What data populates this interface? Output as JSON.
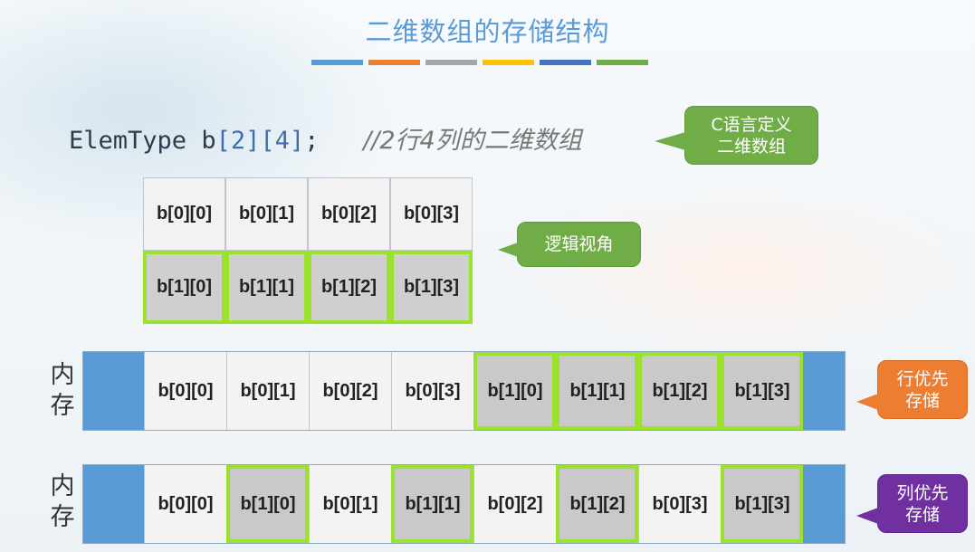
{
  "title": "二维数组的存储结构",
  "title_bar_colors": [
    "#5b9bd5",
    "#ed7d31",
    "#a5a5a5",
    "#ffc000",
    "#4472c4",
    "#70ad47"
  ],
  "code": {
    "type": "ElemType",
    "var": "b",
    "dim1": "[2]",
    "dim2": "[4]",
    "semi": ";",
    "comment": "//2行4列的二维数组"
  },
  "callouts": {
    "c_define": "C语言定义\n二维数组",
    "logical": "逻辑视角",
    "row_major": "行优先\n存储",
    "col_major": "列优先\n存储"
  },
  "callout_colors": {
    "green": "#70ad47",
    "orange": "#ed7d31",
    "purple": "#7030a0"
  },
  "logical_grid": {
    "rows": [
      [
        "b[0][0]",
        "b[0][1]",
        "b[0][2]",
        "b[0][3]"
      ],
      [
        "b[1][0]",
        "b[1][1]",
        "b[1][2]",
        "b[1][3]"
      ]
    ]
  },
  "memory_label": "内\n存",
  "row_major": [
    "b[0][0]",
    "b[0][1]",
    "b[0][2]",
    "b[0][3]",
    "b[1][0]",
    "b[1][1]",
    "b[1][2]",
    "b[1][3]"
  ],
  "col_major": [
    "b[0][0]",
    "b[1][0]",
    "b[0][1]",
    "b[1][1]",
    "b[0][2]",
    "b[1][2]",
    "b[0][3]",
    "b[1][3]"
  ],
  "highlight_color": "#9ae22b"
}
